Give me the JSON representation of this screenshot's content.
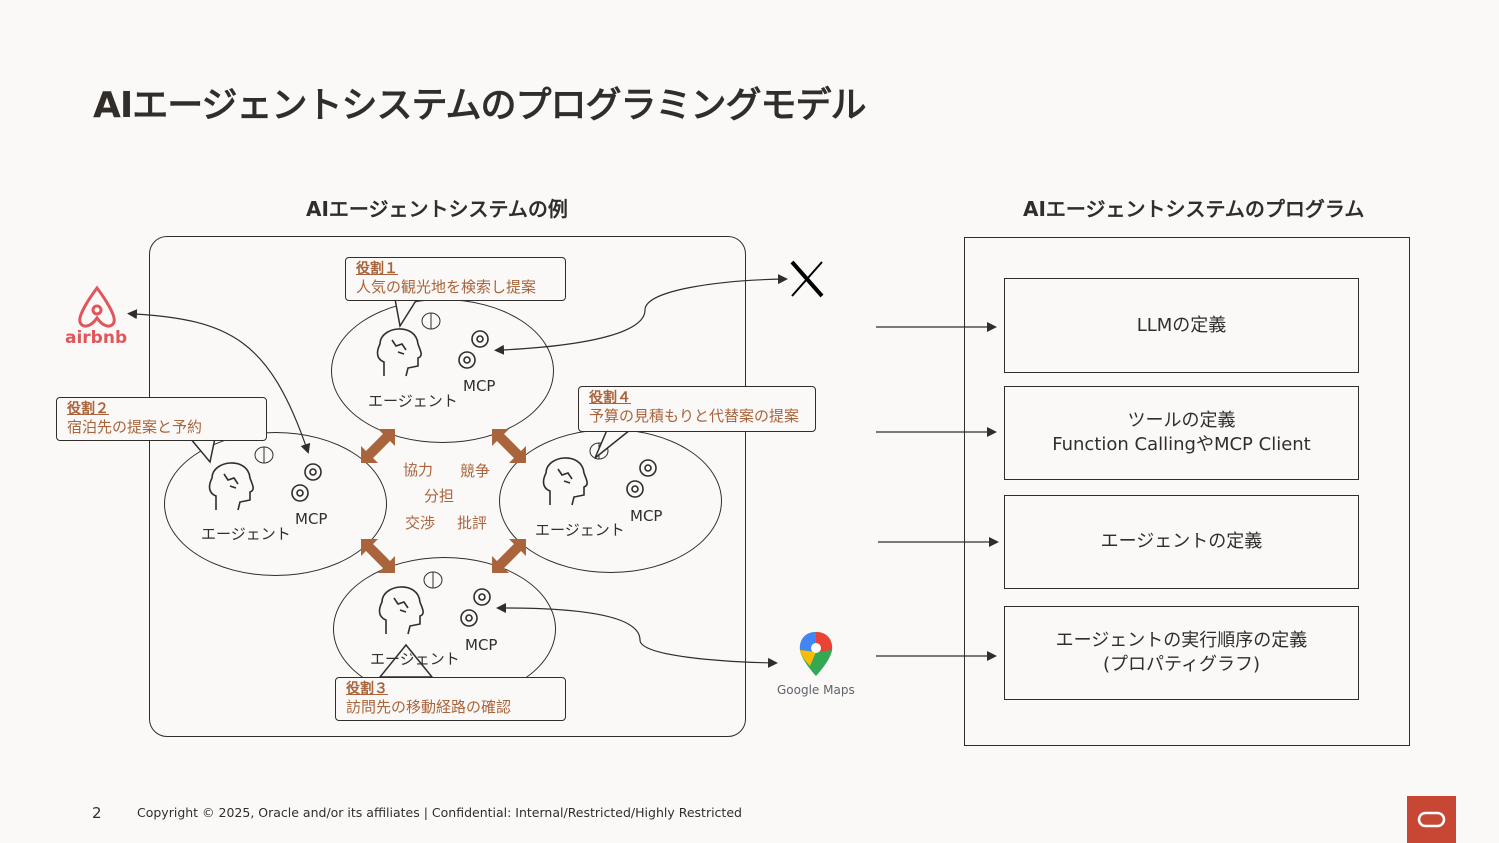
{
  "title": "AIエージェントシステムのプログラミングモデル",
  "left_section": {
    "heading": "AIエージェントシステムの例",
    "agent_label": "エージェント",
    "mcp_label": "MCP",
    "center": {
      "cooperate": "協力",
      "compete": "競争",
      "share": "分担",
      "negotiate": "交渉",
      "critique": "批評"
    },
    "roles": [
      {
        "title": "役割１",
        "desc": "人気の観光地を検索し提案"
      },
      {
        "title": "役割２",
        "desc": "宿泊先の提案と予約"
      },
      {
        "title": "役割３",
        "desc": "訪問先の移動経路の確認"
      },
      {
        "title": "役割４",
        "desc": "予算の見積もりと代替案の提案"
      }
    ],
    "services": {
      "airbnb": "airbnb",
      "x": "X",
      "google_maps": "Google Maps"
    }
  },
  "right_section": {
    "heading": "AIエージェントシステムのプログラム",
    "boxes": [
      {
        "line1": "LLMの定義",
        "line2": ""
      },
      {
        "line1": "ツールの定義",
        "line2": "Function CallingやMCP Client"
      },
      {
        "line1": "エージェントの定義",
        "line2": ""
      },
      {
        "line1": "エージェントの実行順序の定義",
        "line2": "(プロパティグラフ)"
      }
    ]
  },
  "footer": {
    "page_number": "2",
    "copyright": "Copyright © 2025, Oracle and/or its affiliates |  Confidential: Internal/Restricted/Highly Restricted"
  },
  "colors": {
    "accent": "#aa643b",
    "text": "#312d2a",
    "oracle_red": "#c74634"
  }
}
